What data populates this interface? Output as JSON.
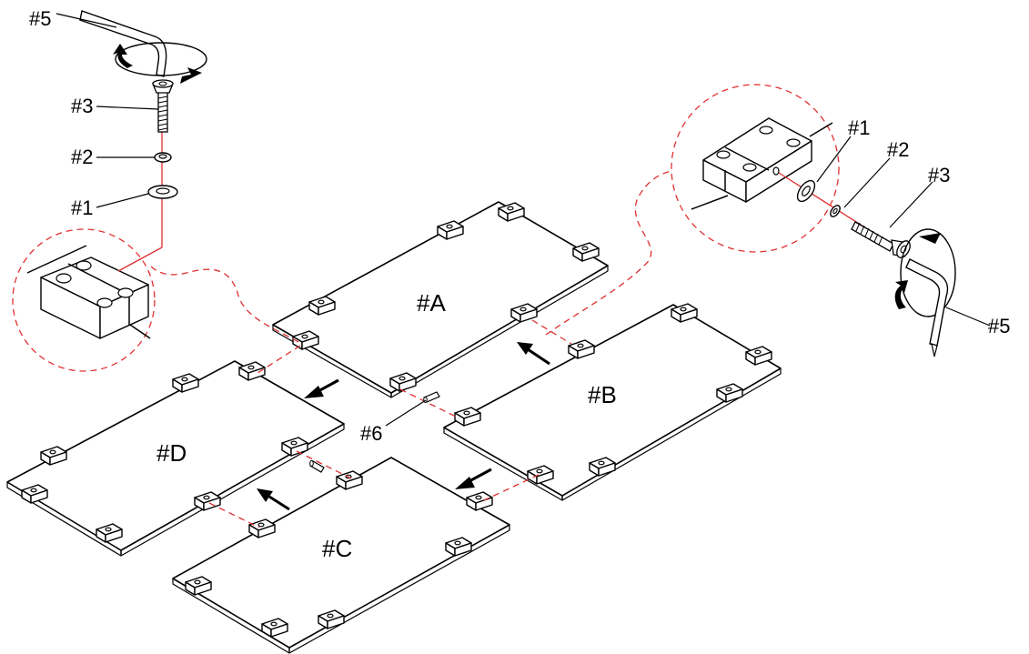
{
  "panels": {
    "a": "#A",
    "b": "#B",
    "c": "#C",
    "d": "#D"
  },
  "callouts": {
    "left_part5": "#5",
    "left_part3": "#3",
    "left_part2": "#2",
    "left_part1": "#1",
    "right_part1": "#1",
    "right_part2": "#2",
    "right_part3": "#3",
    "right_part5": "#5",
    "dowel_part6": "#6"
  },
  "colors": {
    "line": "#000000",
    "guide": "#e03030",
    "background": "#ffffff"
  }
}
